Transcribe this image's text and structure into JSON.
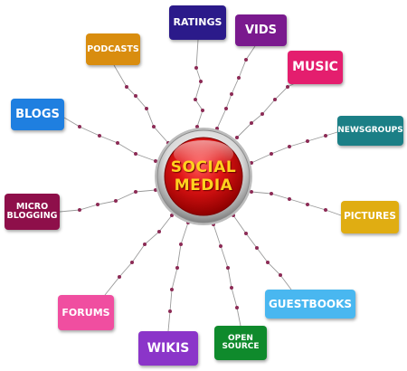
{
  "center": {
    "line1": "SOCIAL",
    "line2": "MEDIA"
  },
  "nodes": [
    {
      "id": "ratings",
      "label": "RATINGS",
      "color": "#2b1a8a"
    },
    {
      "id": "vids",
      "label": "VIDS",
      "color": "#7a1a8e"
    },
    {
      "id": "podcasts",
      "label": "PODCASTS",
      "color": "#d98d0f"
    },
    {
      "id": "music",
      "label": "MUSIC",
      "color": "#e41e6e"
    },
    {
      "id": "blogs",
      "label": "BLOGS",
      "color": "#1f7fe0"
    },
    {
      "id": "newsgroups",
      "label": "NEWSGROUPS",
      "color": "#1b7f86"
    },
    {
      "id": "micro",
      "label": "MICRO BLOGGING",
      "color": "#8e0f4a"
    },
    {
      "id": "pictures",
      "label": "PICTURES",
      "color": "#e0ad12"
    },
    {
      "id": "forums",
      "label": "FORUMS",
      "color": "#f04ea0"
    },
    {
      "id": "guestbooks",
      "label": "GUESTBOOKS",
      "color": "#49b7f0"
    },
    {
      "id": "wikis",
      "label": "WIKIS",
      "color": "#8b35c9"
    },
    {
      "id": "opensource",
      "label": "OPEN SOURCE",
      "color": "#0f8a2c"
    }
  ]
}
